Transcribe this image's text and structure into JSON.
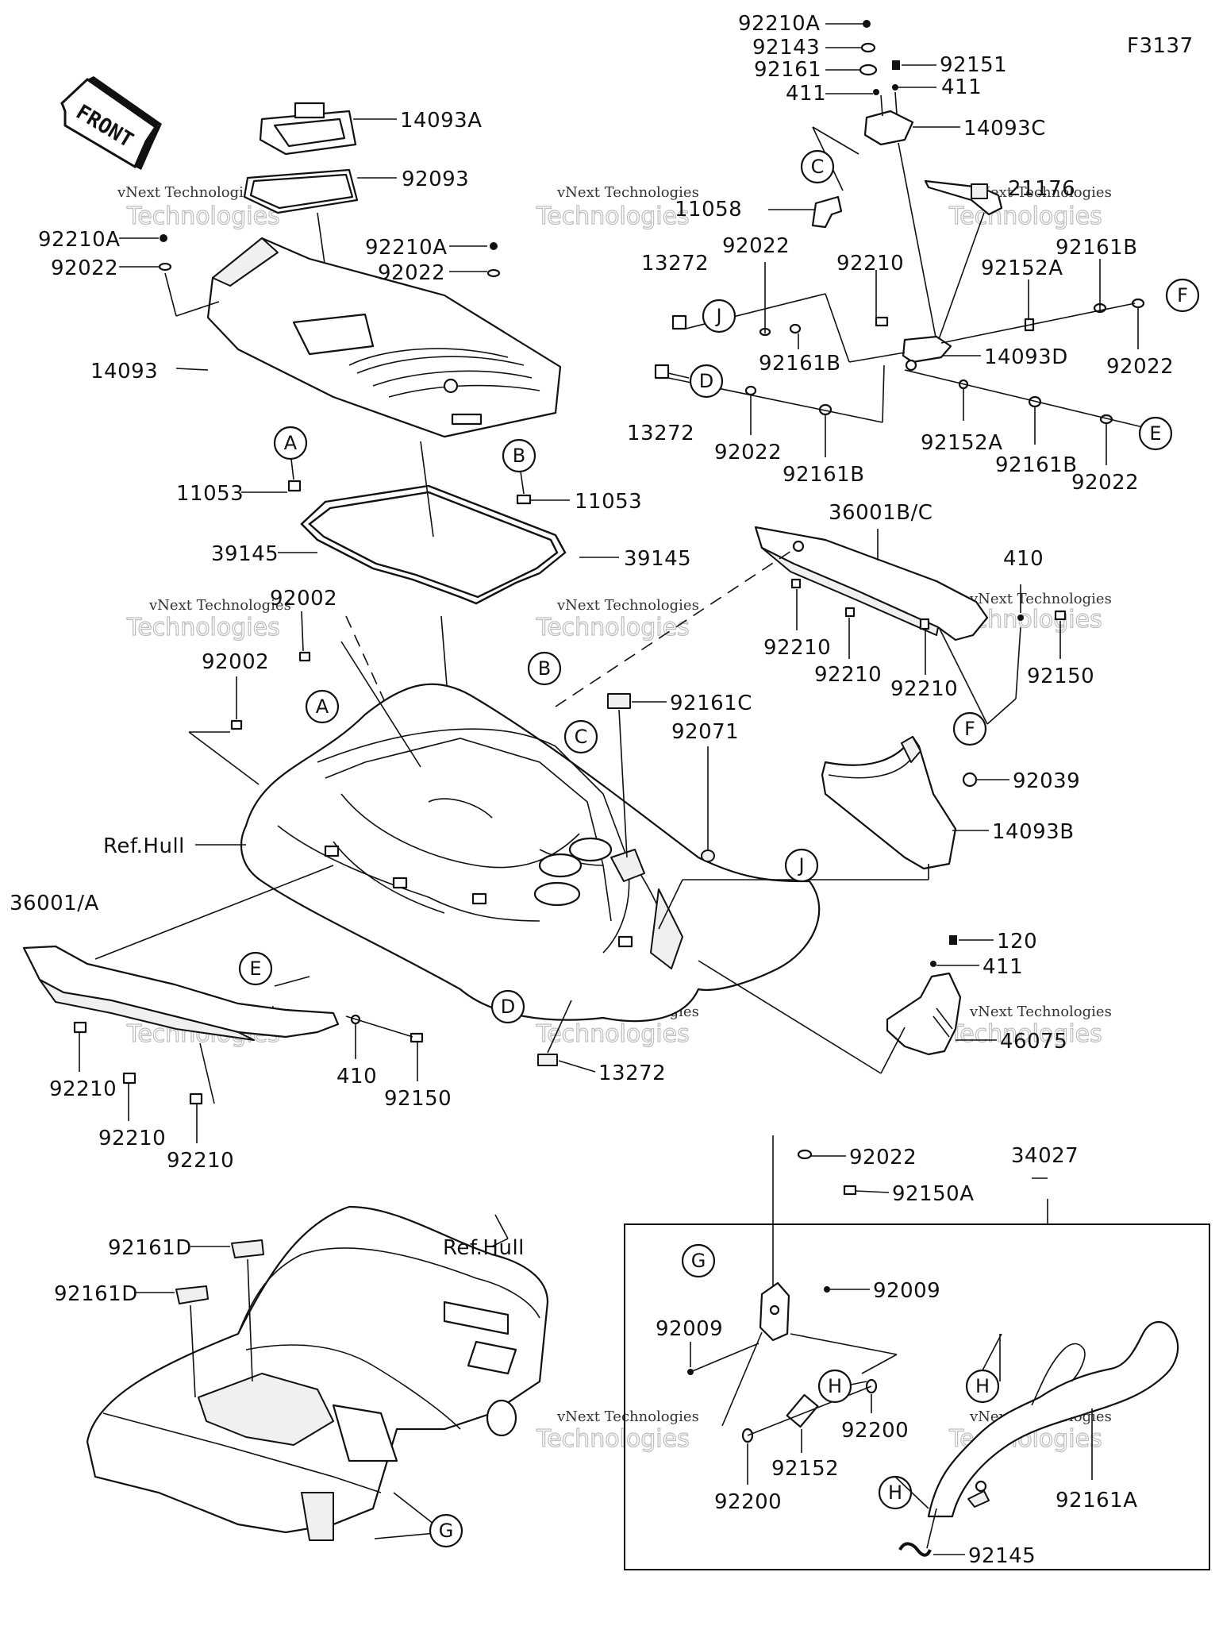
{
  "code": "F3137",
  "front_label": "FRONT",
  "watermark": {
    "brand": "vNext Technologies",
    "big": "Technologies"
  },
  "labels": {
    "l92210A_top": "92210A",
    "l92143": "92143",
    "l92151": "92151",
    "l92161": "92161",
    "l411_a": "411",
    "l411_b": "411",
    "l14093A": "14093A",
    "l14093C": "14093C",
    "l92093": "92093",
    "l21176": "21176",
    "l11058": "11058",
    "l92210A_left": "92210A",
    "l92022_left": "92022",
    "l92210A_mid": "92210A",
    "l92022_mid": "92022",
    "l13272_a": "13272",
    "l92022_a": "92022",
    "l92210_top": "92210",
    "l92161B_top": "92161B",
    "l92152A_top": "92152A",
    "l14093": "14093",
    "l92161B_a": "92161B",
    "l14093D": "14093D",
    "l92022_f": "92022",
    "l13272_b": "13272",
    "l92022_b": "92022",
    "l92161B_b": "92161B",
    "l92152A_b": "92152A",
    "l92161B_c": "92161B",
    "l92022_e": "92022",
    "l11053_a": "11053",
    "l11053_b": "11053",
    "l39145_a": "39145",
    "l39145_b": "39145",
    "l36001BC": "36001B/C",
    "l410_top": "410",
    "l92002_a": "92002",
    "l92002_b": "92002",
    "l92210_r1": "92210",
    "l92210_r2": "92210",
    "l92210_r3": "92210",
    "l92150_r": "92150",
    "l92161C": "92161C",
    "l92071": "92071",
    "l92039": "92039",
    "l14093B": "14093B",
    "l_refhull_a": "Ref.Hull",
    "l36001A": "36001/A",
    "l120": "120",
    "l411_c": "411",
    "l46075": "46075",
    "l410_b": "410",
    "l92150_b": "92150",
    "l92210_l1": "92210",
    "l92210_l2": "92210",
    "l92210_l3": "92210",
    "l13272_c": "13272",
    "l92022_g": "92022",
    "l92150A": "92150A",
    "l34027": "34027",
    "l92161D_a": "92161D",
    "l92161D_b": "92161D",
    "l_refhull_b": "Ref.Hull",
    "l92009_a": "92009",
    "l92009_b": "92009",
    "l92200_a": "92200",
    "l92200_b": "92200",
    "l92152": "92152",
    "l92161A": "92161A",
    "l92145": "92145"
  },
  "callouts": {
    "A1": "A",
    "A2": "A",
    "B1": "B",
    "B2": "B",
    "C1": "C",
    "C2": "C",
    "D1": "D",
    "D2": "D",
    "E1": "E",
    "E2": "E",
    "F1": "F",
    "F2": "F",
    "G1": "G",
    "G2": "G",
    "H1": "H",
    "H2": "H",
    "H3": "H",
    "J1": "J",
    "J2": "J"
  }
}
